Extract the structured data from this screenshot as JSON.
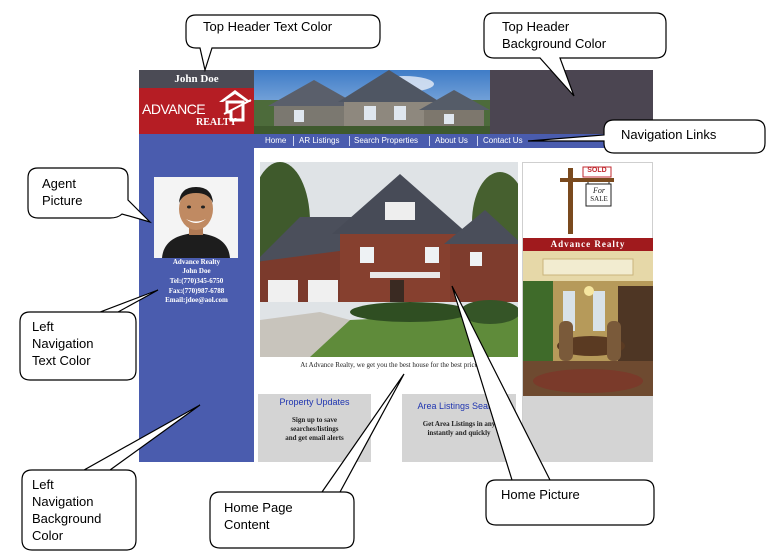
{
  "site": {
    "agent_name_bar": "John Doe",
    "logo": {
      "word1": "ADVANCE",
      "word2": "REALTY"
    },
    "nav_links": [
      "Home",
      "AR Listings",
      "Search Properties",
      "About Us",
      "Contact Us"
    ],
    "left_nav": {
      "company": "Advance Realty",
      "agent": "John Doe",
      "tel": "Tel:(770)345-6750",
      "fax": "Fax:(770)987-6788",
      "email": "Email:jdoe@aol.com"
    },
    "tagline": "At Advance Realty, we get you the best house for the best price",
    "boxes": [
      {
        "title": "Property Updates",
        "body": [
          "Sign up to save",
          "searches/listings",
          "and get email alerts"
        ]
      },
      {
        "title": "Area Listings Search",
        "body": [
          "Get Area Listings in any",
          "instantly and quickly"
        ]
      }
    ],
    "sign": {
      "sold": "SOLD",
      "for": "For",
      "sale": "SALE"
    },
    "banner": "Advance Realty"
  },
  "callouts": {
    "top_header_text_color": "Top Header Text Color",
    "top_header_bg_color": [
      "Top Header",
      "Background Color"
    ],
    "navigation_links": "Navigation Links",
    "agent_picture": [
      "Agent",
      "Picture"
    ],
    "left_nav_text_color": [
      "Left",
      "Navigation",
      "Text Color"
    ],
    "left_nav_bg_color": [
      "Left",
      "Navigation",
      "Background",
      "Color"
    ],
    "home_page_content": [
      "Home Page",
      "Content"
    ],
    "home_picture": "Home Picture"
  },
  "colors": {
    "header_dark": "#4b4551",
    "nav_blue": "#4a5cae",
    "logo_red": "#b51d24",
    "banner_red": "#a01a1d",
    "box_gray": "#d4d4d4",
    "box_title_blue": "#1f35b0"
  }
}
